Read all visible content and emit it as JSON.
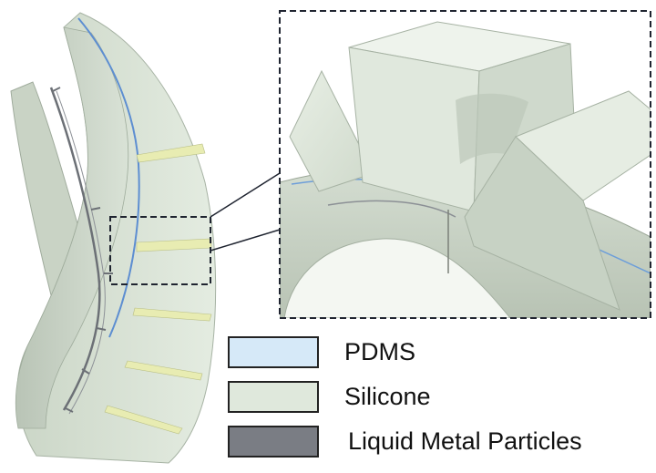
{
  "legend": {
    "items": [
      {
        "label": "PDMS",
        "color": "#d6e9f8"
      },
      {
        "label": "Silicone",
        "color": "#dfe8dc"
      },
      {
        "label": "Liquid Metal Particles",
        "color": "#7a7d84"
      }
    ]
  },
  "colors": {
    "silicone_light": "#e3ece0",
    "silicone_mid": "#ccd7c8",
    "silicone_dark": "#a9b5a6",
    "pdms_line": "#5d8ed1",
    "gap_yellow": "#e8ecb2",
    "metal": "#6c7076"
  }
}
